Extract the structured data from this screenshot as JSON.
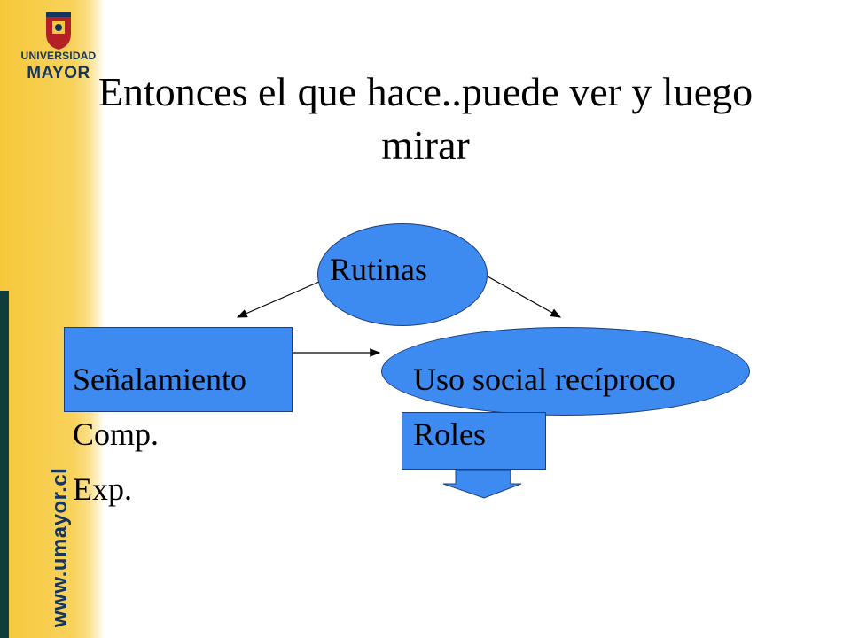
{
  "branding": {
    "logo_line1": "UNIVERSIDAD",
    "logo_line2": "MAYOR",
    "website": "www.umayor.cl"
  },
  "slide": {
    "title": "Entonces el que hace..puede ver y luego mirar"
  },
  "diagram": {
    "top_node": "Rutinas",
    "left_node": "Señalamiento",
    "right_node": "Uso social recíproco",
    "left_item_1": "Comp.",
    "left_item_2": "Exp.",
    "right_item_1": "Roles"
  },
  "colors": {
    "shape_fill": "#3d8af0",
    "sidebar_gold": "#f6c73a",
    "sidebar_dark": "#0f3d3a",
    "logo_blue": "#14365e",
    "logo_red": "#b32025"
  }
}
